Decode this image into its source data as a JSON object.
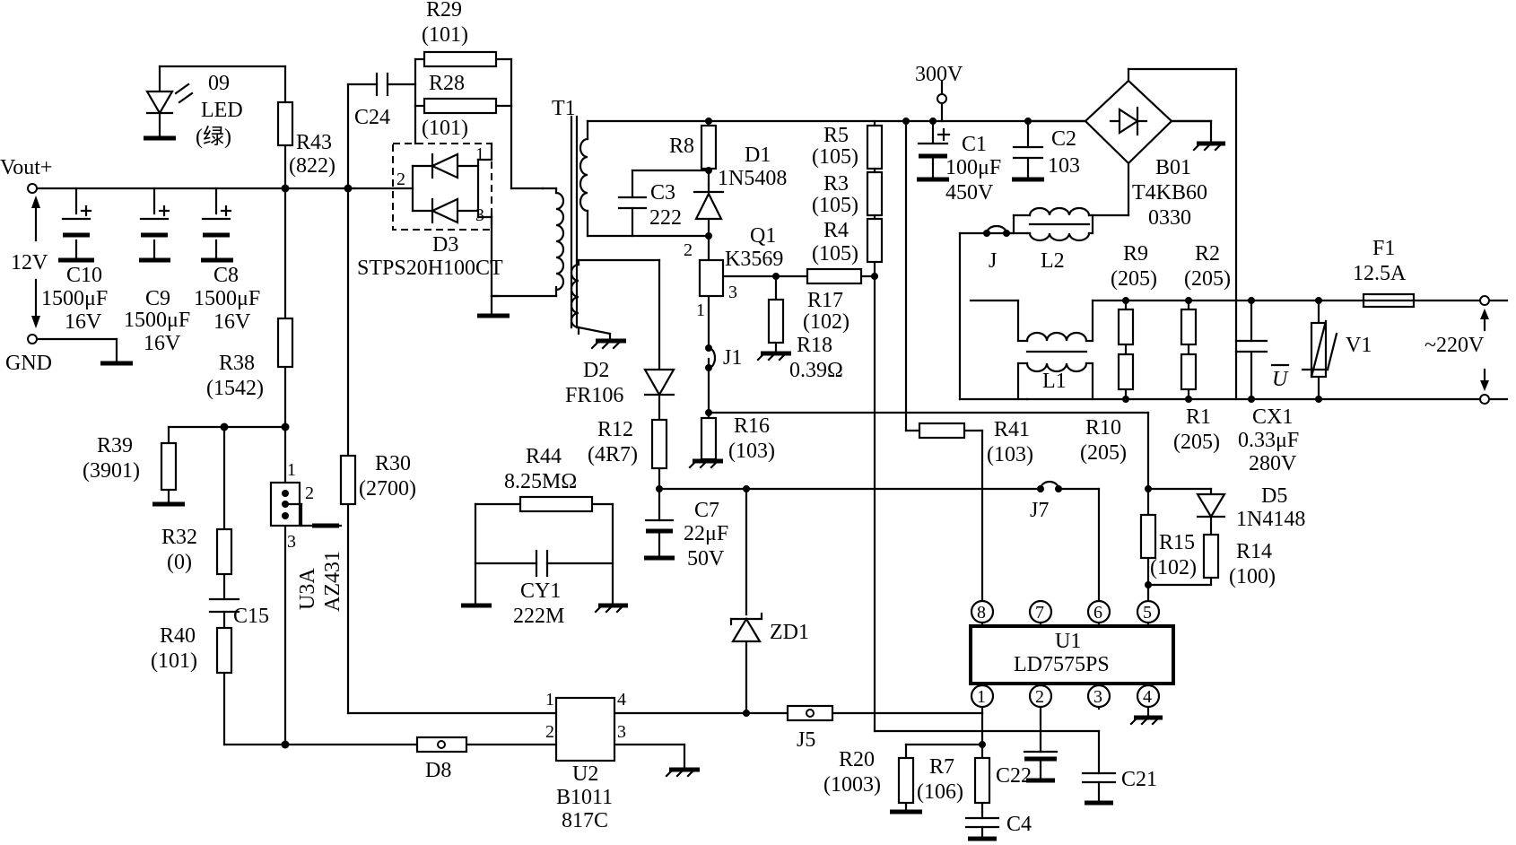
{
  "labels": {
    "r29": "R29",
    "r29v": "(101)",
    "r28": "R28",
    "r28v": "(101)",
    "c24": "C24",
    "led_num": "09",
    "led": "LED",
    "led_color": "(绿)",
    "r43": "R43",
    "r43v": "(822)",
    "vout": "Vout+",
    "v12": "12V",
    "gnd": "GND",
    "c10": "C10",
    "c10v": "1500μF",
    "c10u": "16V",
    "c9": "C9",
    "c9v": "1500μF",
    "c9u": "16V",
    "c8": "C8",
    "c8v": "1500μF",
    "c8u": "16V",
    "d3_1": "1",
    "d3_2": "2",
    "d3_3": "3",
    "d3": "D3",
    "d3p": "STPS20H100CT",
    "t1": "T1",
    "r8": "R8",
    "d1": "D1",
    "d1p": "1N5408",
    "c3": "C3",
    "c3v": "222",
    "q1": "Q1",
    "q1p": "K3569",
    "q1_1": "1",
    "q1_2": "2",
    "q1_3": "3",
    "r5": "R5",
    "r5v": "(105)",
    "r3": "R3",
    "r3v": "(105)",
    "r4": "R4",
    "r4v": "(105)",
    "r17": "R17",
    "r17v": "(102)",
    "r18": "R18",
    "r18v": "0.39Ω",
    "j1": "J1",
    "v300": "300V",
    "c1": "C1",
    "c1v": "100μF",
    "c1u": "450V",
    "c2": "C2",
    "c2v": "103",
    "b01": "B01",
    "b01p": "T4KB60",
    "b01c": "0330",
    "l2": "L2",
    "l1": "L1",
    "j": "J",
    "r9": "R9",
    "r9v": "(205)",
    "r2": "R2",
    "r2v": "(205)",
    "f1": "F1",
    "f1v": "12.5A",
    "v1": "V1",
    "u_sym": "U",
    "ac": "~220V",
    "r1": "R1",
    "r1v": "(205)",
    "cx1": "CX1",
    "cx1v": "0.33μF",
    "cx1u": "280V",
    "r38": "R38",
    "r38v": "(1542)",
    "r39": "R39",
    "r39v": "(3901)",
    "r32": "R32",
    "r32v": "(0)",
    "c15": "C15",
    "r40": "R40",
    "r40v": "(101)",
    "u3_1": "1",
    "u3_2": "2",
    "u3_3": "3",
    "u3a": "U3A",
    "az431": "AZ431",
    "r30": "R30",
    "r30v": "(2700)",
    "d2": "D2",
    "d2p": "FR106",
    "r12": "R12",
    "r12v": "(4R7)",
    "r44": "R44",
    "r44v": "8.25MΩ",
    "cy1": "CY1",
    "cy1v": "222M",
    "c7": "C7",
    "c7v": "22μF",
    "c7u": "50V",
    "r16": "R16",
    "r16v": "(103)",
    "r41": "R41",
    "r41v": "(103)",
    "r10": "R10",
    "r10v": "(205)",
    "j7": "J7",
    "d5": "D5",
    "d5p": "1N4148",
    "r15": "R15",
    "r15v": "(102)",
    "r14": "R14",
    "r14v": "(100)",
    "zd1": "ZD1",
    "pin8": "8",
    "pin7": "7",
    "pin6": "6",
    "pin5": "5",
    "pin1": "1",
    "pin2": "2",
    "pin3": "3",
    "pin4": "4",
    "u1": "U1",
    "u1p": "LD7575PS",
    "u2_1": "1",
    "u2_2": "2",
    "u2_3": "3",
    "u2_4": "4",
    "u2": "U2",
    "u2p": "B1011",
    "u2c": "817C",
    "j5": "J5",
    "d8": "D8",
    "r20": "R20",
    "r20v": "(1003)",
    "r7": "R7",
    "r7v": "(106)",
    "c22": "C22",
    "c21": "C21",
    "c4": "C4"
  }
}
